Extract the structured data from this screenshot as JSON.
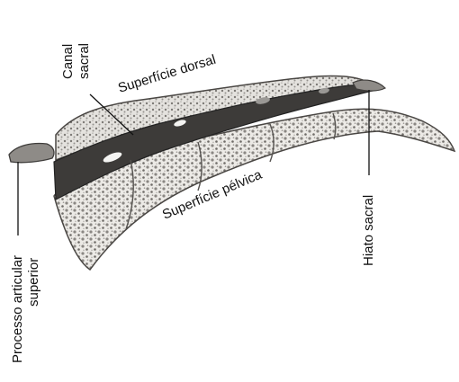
{
  "figure": {
    "labels": {
      "canal_sacral_line1": "Canal",
      "canal_sacral_line2": "sacral",
      "superficie_dorsal": "Superfície dorsal",
      "superficie_pelvica": "Superfície pélvica",
      "hiato_sacral": "Hiato sacral",
      "processo_line1": "Processo articular",
      "processo_line2": "superior"
    }
  }
}
